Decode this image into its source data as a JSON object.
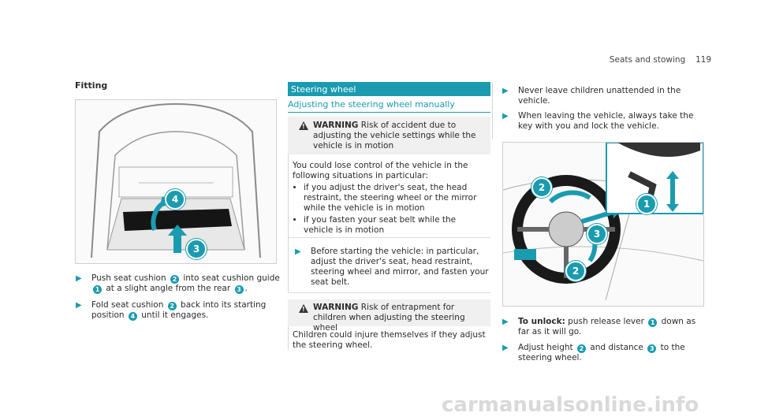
{
  "header": {
    "section": "Seats and stowing",
    "page": "119"
  },
  "left": {
    "heading": "Fitting",
    "figure_callouts": [
      "4",
      "3"
    ],
    "steps": [
      {
        "parts": [
          "Push seat cushion ",
          "2",
          " into seat cushion guide ",
          "1",
          " at a slight angle from the rear ",
          "3",
          "."
        ]
      },
      {
        "parts": [
          "Fold seat cushion ",
          "2",
          " back into its starting position ",
          "4",
          " until it engages."
        ]
      }
    ]
  },
  "middle": {
    "banner": "Steering wheel",
    "subheading": "Adjusting the steering wheel manually",
    "warning1": {
      "label": "WARNING",
      "title": "Risk of accident due to adjusting the vehicle settings while the vehicle is in motion",
      "body": "You could lose control of the vehicle in the following situations in particular:",
      "bullets": [
        "if you adjust the driver's seat, the head restraint, the steering wheel or the mirror while the vehicle is in motion",
        "if you fasten your seat belt while the vehicle is in motion"
      ],
      "step": "Before starting the vehicle: in particular, adjust the driver's seat, head restraint, steering wheel and mirror, and fasten your seat belt."
    },
    "warning2": {
      "label": "WARNING",
      "title": "Risk of entrapment for children when adjusting the steering wheel",
      "body": "Children could injure themselves if they adjust the steering wheel."
    }
  },
  "right": {
    "steps_top": [
      "Never leave children unattended in the vehicle.",
      "When leaving the vehicle, always take the key with you and lock the vehicle."
    ],
    "figure_callouts": [
      "2",
      "3",
      "2",
      "1"
    ],
    "steps_bottom": [
      {
        "bold": "To unlock:",
        "parts": [
          " push release lever ",
          "1",
          " down as far as it will go."
        ]
      },
      {
        "bold": "",
        "parts": [
          "Adjust height ",
          "2",
          " and distance ",
          "3",
          " to the steering wheel."
        ]
      }
    ]
  },
  "watermark": "carmanualsonline.info",
  "colors": {
    "accent": "#1a9bb0",
    "box": "#f0f0f0"
  }
}
